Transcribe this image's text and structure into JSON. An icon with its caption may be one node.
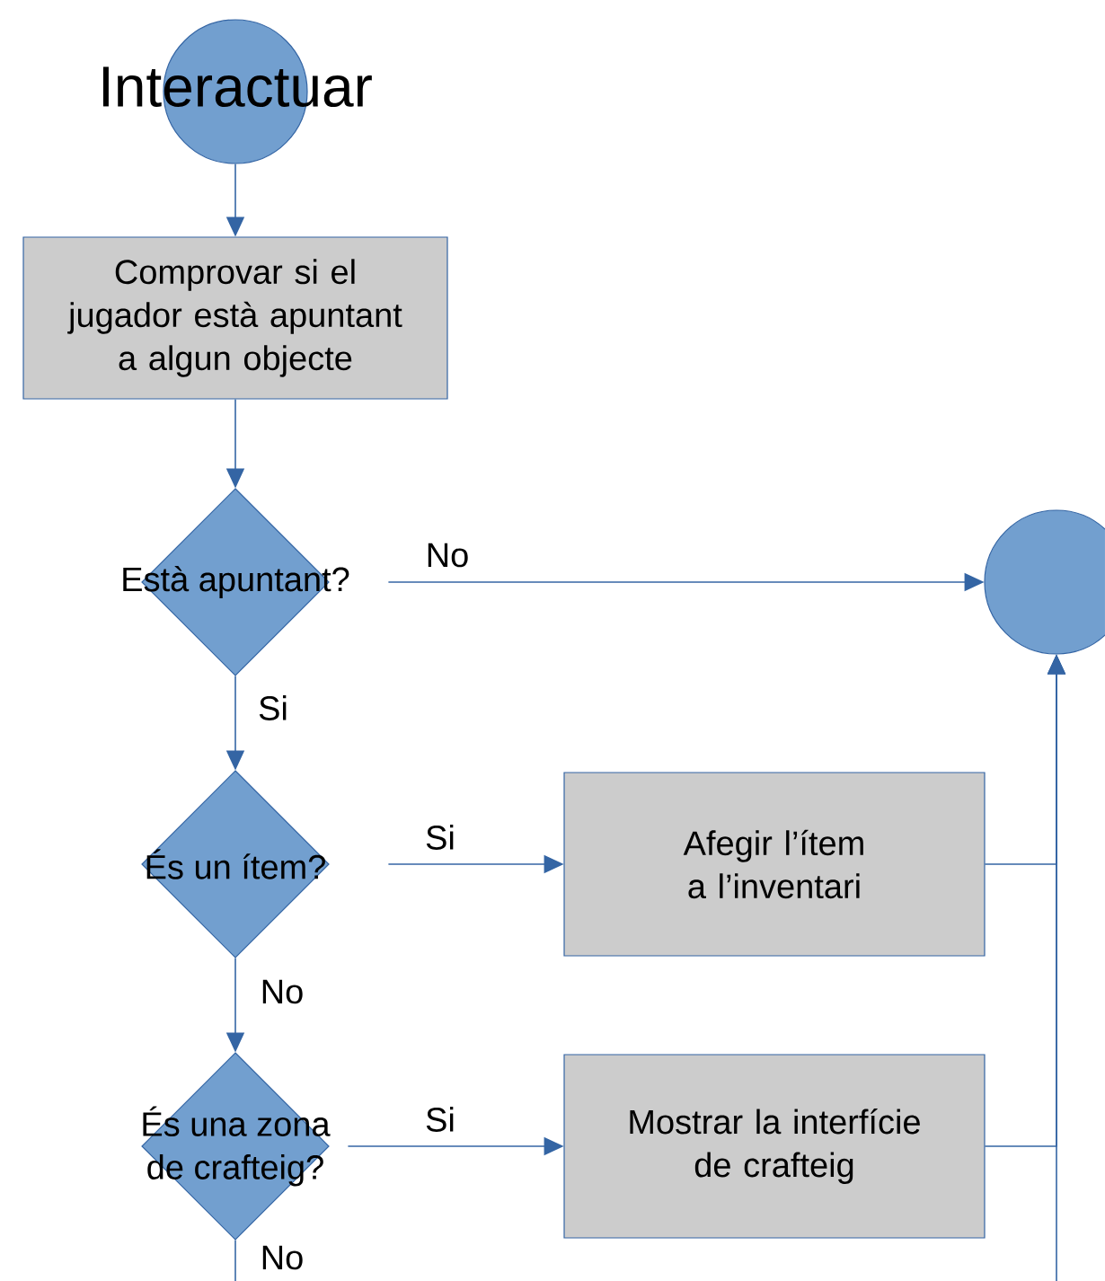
{
  "diagram": {
    "nodes": [
      {
        "text": [
          "Interactuar"
        ]
      },
      {
        "text": [
          "Comprovar si el jugador està apuntant a algun objecte"
        ]
      },
      {
        "text": [
          "Està apuntant?"
        ]
      },
      {
        "text": [],
        "shape": "circle"
      },
      {
        "text": [
          "És un ítem?"
        ]
      },
      {
        "text": [
          "Afegir l’ítem a l’inventari"
        ]
      },
      {
        "text": [
          "És una zona de crafteig?"
        ]
      },
      {
        "text": [
          "Mostrar la interfície de crafteig"
        ]
      }
    ],
    "edges": [
      {
        "from": 0,
        "to": 1,
        "arrow": "to"
      },
      {
        "from": 1,
        "to": 2,
        "arrow": "to"
      },
      {
        "from": 2,
        "to": 3,
        "arrow": "to",
        "label": "No"
      },
      {
        "from": 2,
        "to": 4,
        "arrow": "to",
        "label": "Si"
      },
      {
        "from": 4,
        "to": 5,
        "arrow": "to",
        "label": "Si"
      },
      {
        "from": 4,
        "to": 6,
        "arrow": "to",
        "label": "No"
      },
      {
        "from": 6,
        "to": 7,
        "arrow": "to",
        "label": "Si"
      },
      {
        "from": 6,
        "to": null,
        "arrow": "none",
        "label": "No"
      },
      {
        "from": 5,
        "to": 3,
        "arrow": "to"
      },
      {
        "from": 7,
        "to": 3,
        "arrow": "to"
      },
      {
        "from": null,
        "to": 3,
        "arrow": "to"
      }
    ]
  }
}
